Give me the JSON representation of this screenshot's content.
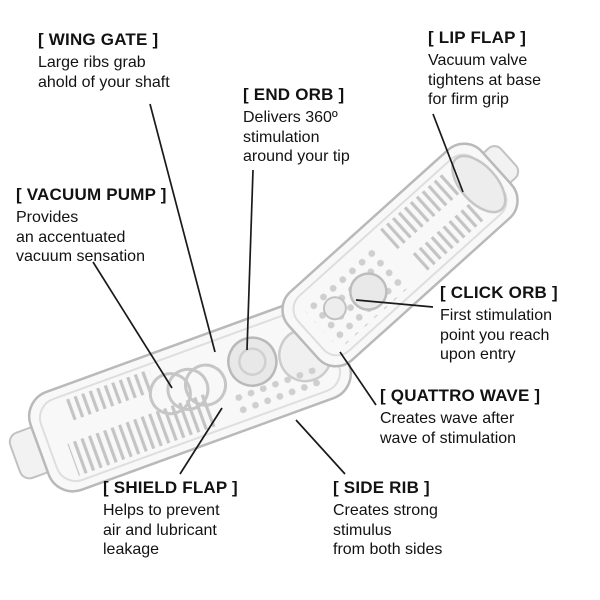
{
  "figure": {
    "background": "#ffffff",
    "line_color": "#1a1a1a",
    "shell_fill": "#f8f8f8",
    "shell_stroke": "#b9b9b9",
    "detail_stroke": "#c6c6c6"
  },
  "callouts": [
    {
      "id": "wing-gate",
      "title": "[ WING GATE ]",
      "desc": "Large ribs grab\nahold of your shaft"
    },
    {
      "id": "end-orb",
      "title": "[ END ORB ]",
      "desc": "Delivers 360º\nstimulation\naround your tip"
    },
    {
      "id": "lip-flap",
      "title": "[ LIP FLAP ]",
      "desc": "Vacuum valve\ntightens at base\nfor firm grip"
    },
    {
      "id": "vacuum-pump",
      "title": "[ VACUUM PUMP ]",
      "desc": "Provides\nan accentuated\nvacuum sensation"
    },
    {
      "id": "click-orb",
      "title": "[ CLICK ORB ]",
      "desc": "First stimulation\npoint you reach\nupon entry"
    },
    {
      "id": "quattro-wave",
      "title": "[ QUATTRO WAVE ]",
      "desc": "Creates wave after\nwave of stimulation"
    },
    {
      "id": "shield-flap",
      "title": "[ SHIELD FLAP ]",
      "desc": "Helps to prevent\nair and lubricant\nleakage"
    },
    {
      "id": "side-rib",
      "title": "[ SIDE RIB ]",
      "desc": "Creates strong\nstimulus\nfrom both sides"
    }
  ]
}
